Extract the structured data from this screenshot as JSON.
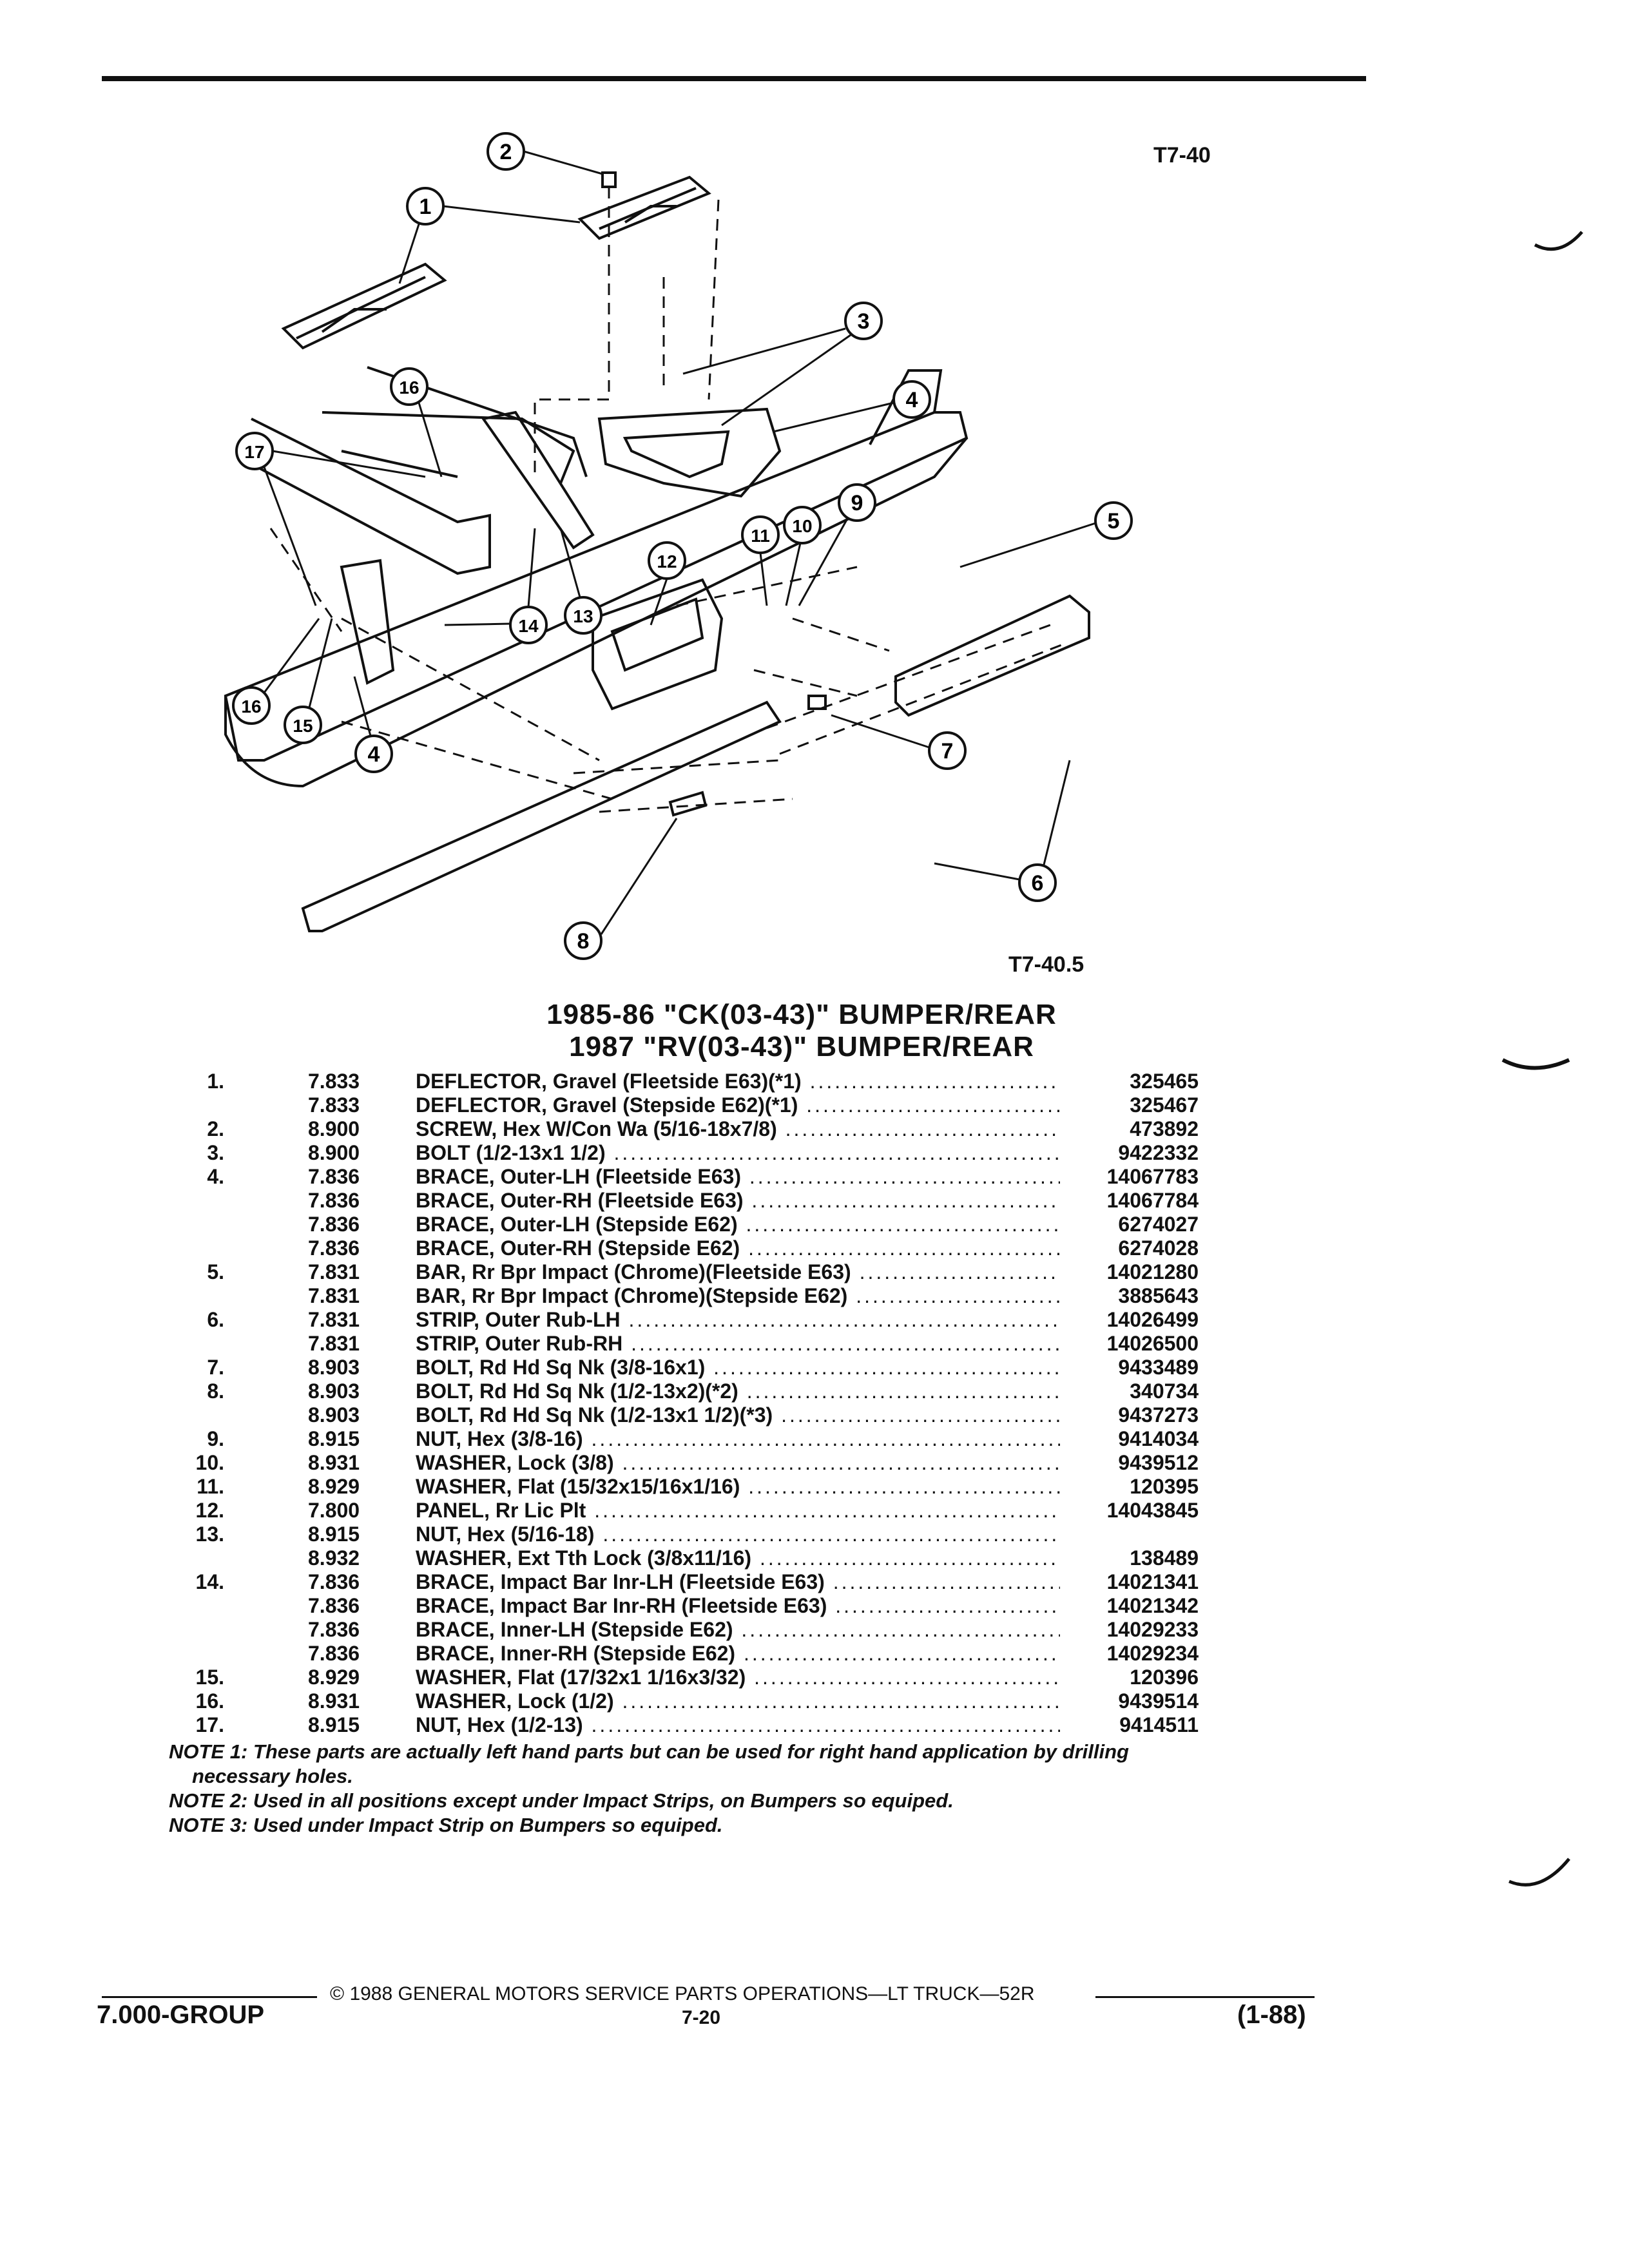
{
  "figure": {
    "label_top": "T7-40",
    "label_bottom": "T7-40.5",
    "callouts": [
      "1",
      "2",
      "3",
      "4",
      "5",
      "6",
      "7",
      "8",
      "9",
      "10",
      "11",
      "12",
      "13",
      "14",
      "15",
      "16",
      "17"
    ]
  },
  "title": {
    "line1": "1985-86 \"CK(03-43)\" BUMPER/REAR",
    "line2": "1987 \"RV(03-43)\" BUMPER/REAR"
  },
  "parts": [
    {
      "num": "1.",
      "code": "7.833",
      "desc": "DEFLECTOR, Gravel (Fleetside E63)(*1)",
      "part": "325465"
    },
    {
      "num": "",
      "code": "7.833",
      "desc": "DEFLECTOR, Gravel (Stepside E62)(*1)",
      "part": "325467"
    },
    {
      "num": "2.",
      "code": "8.900",
      "desc": "SCREW, Hex W/Con Wa (5/16-18x7/8)",
      "part": "473892"
    },
    {
      "num": "3.",
      "code": "8.900",
      "desc": "BOLT (1/2-13x1 1/2)",
      "part": "9422332"
    },
    {
      "num": "4.",
      "code": "7.836",
      "desc": "BRACE, Outer-LH (Fleetside E63)",
      "part": "14067783"
    },
    {
      "num": "",
      "code": "7.836",
      "desc": "BRACE, Outer-RH (Fleetside E63)",
      "part": "14067784"
    },
    {
      "num": "",
      "code": "7.836",
      "desc": "BRACE, Outer-LH (Stepside E62)",
      "part": "6274027"
    },
    {
      "num": "",
      "code": "7.836",
      "desc": "BRACE, Outer-RH (Stepside E62)",
      "part": "6274028"
    },
    {
      "num": "5.",
      "code": "7.831",
      "desc": "BAR, Rr Bpr Impact (Chrome)(Fleetside E63)",
      "part": "14021280"
    },
    {
      "num": "",
      "code": "7.831",
      "desc": "BAR, Rr Bpr Impact (Chrome)(Stepside E62)",
      "part": "3885643"
    },
    {
      "num": "6.",
      "code": "7.831",
      "desc": "STRIP, Outer Rub-LH",
      "part": "14026499"
    },
    {
      "num": "",
      "code": "7.831",
      "desc": "STRIP, Outer Rub-RH",
      "part": "14026500"
    },
    {
      "num": "7.",
      "code": "8.903",
      "desc": "BOLT, Rd Hd Sq Nk (3/8-16x1)",
      "part": "9433489"
    },
    {
      "num": "8.",
      "code": "8.903",
      "desc": "BOLT, Rd Hd Sq Nk (1/2-13x2)(*2)",
      "part": "340734"
    },
    {
      "num": "",
      "code": "8.903",
      "desc": "BOLT, Rd Hd Sq Nk (1/2-13x1 1/2)(*3)",
      "part": "9437273"
    },
    {
      "num": "9.",
      "code": "8.915",
      "desc": "NUT, Hex (3/8-16)",
      "part": "9414034"
    },
    {
      "num": "10.",
      "code": "8.931",
      "desc": "WASHER, Lock (3/8)",
      "part": "9439512"
    },
    {
      "num": "11.",
      "code": "8.929",
      "desc": "WASHER, Flat (15/32x15/16x1/16)",
      "part": "120395"
    },
    {
      "num": "12.",
      "code": "7.800",
      "desc": "PANEL, Rr Lic Plt",
      "part": "14043845"
    },
    {
      "num": "13.",
      "code": "8.915",
      "desc": "NUT, Hex (5/16-18)",
      "part": ""
    },
    {
      "num": "",
      "code": "8.932",
      "desc": "WASHER, Ext Tth Lock (3/8x11/16)",
      "part": "138489"
    },
    {
      "num": "14.",
      "code": "7.836",
      "desc": "BRACE, Impact Bar Inr-LH (Fleetside E63)",
      "part": "14021341"
    },
    {
      "num": "",
      "code": "7.836",
      "desc": "BRACE, Impact Bar Inr-RH (Fleetside E63)",
      "part": "14021342"
    },
    {
      "num": "",
      "code": "7.836",
      "desc": "BRACE, Inner-LH (Stepside E62)",
      "part": "14029233"
    },
    {
      "num": "",
      "code": "7.836",
      "desc": "BRACE, Inner-RH (Stepside E62)",
      "part": "14029234"
    },
    {
      "num": "15.",
      "code": "8.929",
      "desc": "WASHER, Flat (17/32x1 1/16x3/32)",
      "part": "120396"
    },
    {
      "num": "16.",
      "code": "8.931",
      "desc": "WASHER, Lock (1/2)",
      "part": "9439514"
    },
    {
      "num": "17.",
      "code": "8.915",
      "desc": "NUT, Hex (1/2-13)",
      "part": "9414511"
    }
  ],
  "notes": {
    "note1_a": "NOTE 1: These parts are actually left hand parts but can be used for right hand application by drilling",
    "note1_b": "necessary holes.",
    "note2": "NOTE 2: Used in all positions except under Impact Strips, on Bumpers so equiped.",
    "note3": "NOTE 3: Used under Impact Strip on Bumpers so equiped."
  },
  "footer": {
    "copyright": "© 1988 GENERAL MOTORS SERVICE PARTS OPERATIONS—LT TRUCK—52R",
    "group": "7.000-GROUP",
    "page": "7-20",
    "date": "(1-88)"
  }
}
